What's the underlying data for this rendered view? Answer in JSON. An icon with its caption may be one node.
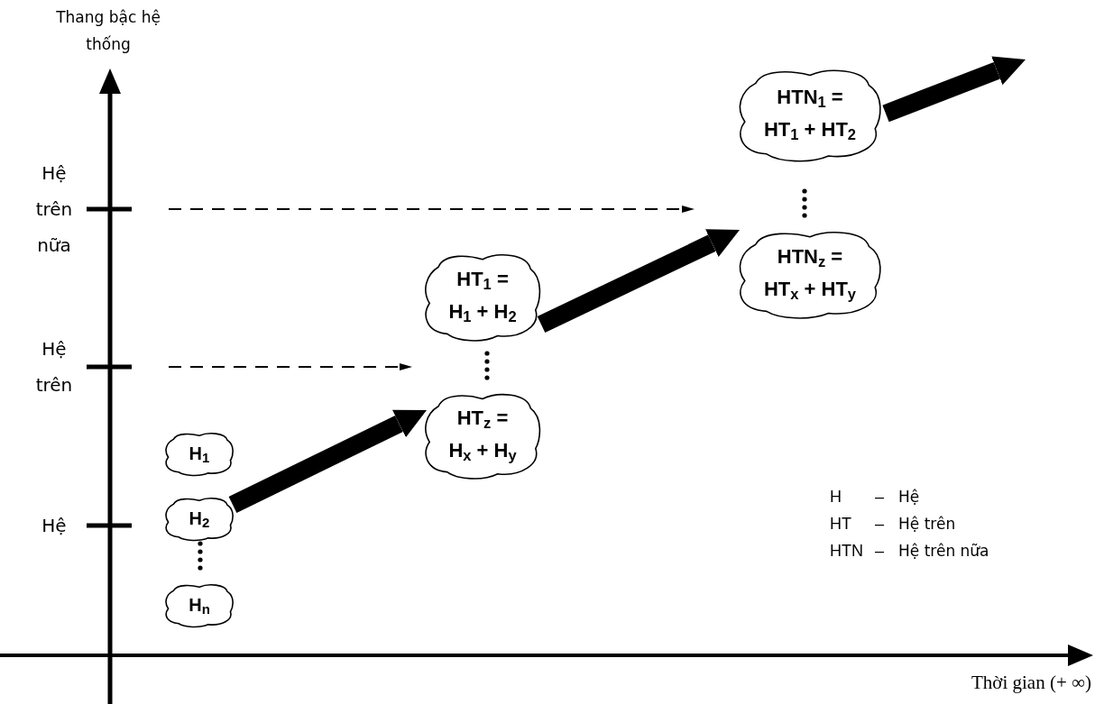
{
  "diagram": {
    "nodes": [
      {
        "text": [
          "Hệ trên nữa"
        ]
      },
      {
        "text": [
          "Hệ trên"
        ]
      },
      {
        "text": [
          "HTN$_{1}$ = HT$_{1}$ + HT$_{2}$"
        ]
      },
      {
        "text": [
          "HTN$_{z}$ = HT$_{x}$ + HT$_{y}$"
        ]
      },
      {
        "text": [
          "HT$_{1}$ = H$_{1}$ + H$_{2}$"
        ]
      },
      {
        "text": [
          "HT$_{z}$ = H$_{x}$ + H$_{y}$"
        ]
      },
      {
        "text": [
          "H$_{1}$"
        ]
      },
      {
        "text": [
          "H$_{2}$"
        ]
      },
      {
        "text": [
          "H$_{n}$"
        ]
      }
    ],
    "edges": [
      {
        "from": 7,
        "to": 5,
        "arrow": "to"
      },
      {
        "from": 4,
        "to": 3,
        "arrow": "to"
      },
      {
        "from": 2,
        "to": null,
        "arrow": "to"
      }
    ],
    "labels": [
      "Thang bậc hệ thống",
      "Hệ",
      "Thời gian (+ ∞)",
      "H",
      "–",
      "Hệ",
      "HT",
      "–",
      "Hệ trên",
      "HTN",
      "–",
      "Hệ trên nữa"
    ]
  }
}
